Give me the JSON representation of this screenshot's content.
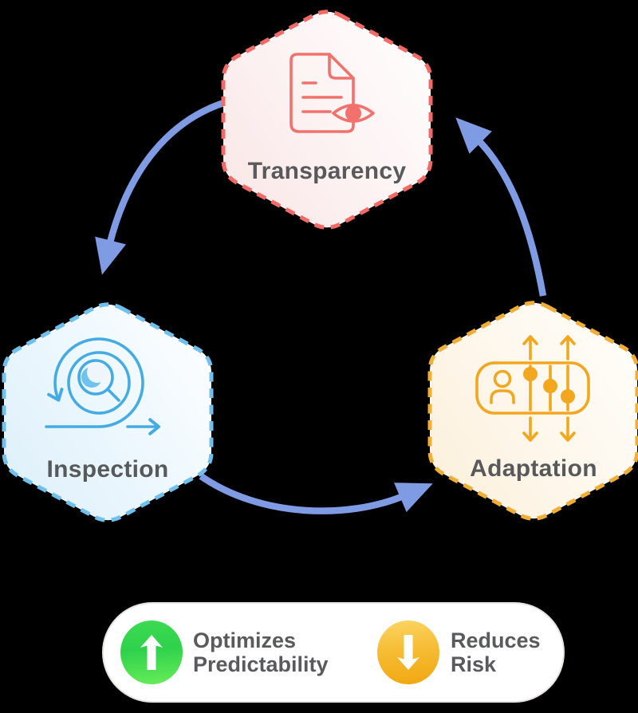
{
  "background_color": "#000000",
  "nodes": {
    "transparency": {
      "label": "Transparency",
      "border_color": "#f16a66",
      "fill_tint": "#fae7e7",
      "icon": "document-eye-icon",
      "icon_color": "#f3716d"
    },
    "inspection": {
      "label": "Inspection",
      "border_color": "#6fc0ed",
      "fill_tint": "#def0fa",
      "icon": "sprint-loop-magnifier-icon",
      "icon_color": "#45ace3"
    },
    "adaptation": {
      "label": "Adaptation",
      "border_color": "#f1ae36",
      "fill_tint": "#fcf0dc",
      "icon": "team-sliders-arrows-icon",
      "icon_color": "#f2a71e"
    }
  },
  "cycle": {
    "arrow_color": "#7f9be4"
  },
  "legend": {
    "optimizes": {
      "line1": "Optimizes",
      "line2": "Predictability",
      "icon": "up-arrow-icon",
      "badge_top_color": "#3edb52",
      "badge_bottom_color": "#67ee59"
    },
    "reduces": {
      "line1": "Reduces",
      "line2": "Risk",
      "icon": "down-arrow-icon",
      "badge_top_color": "#fbd564",
      "badge_bottom_color": "#f0a70f"
    }
  },
  "label_text_color": "#58595b"
}
